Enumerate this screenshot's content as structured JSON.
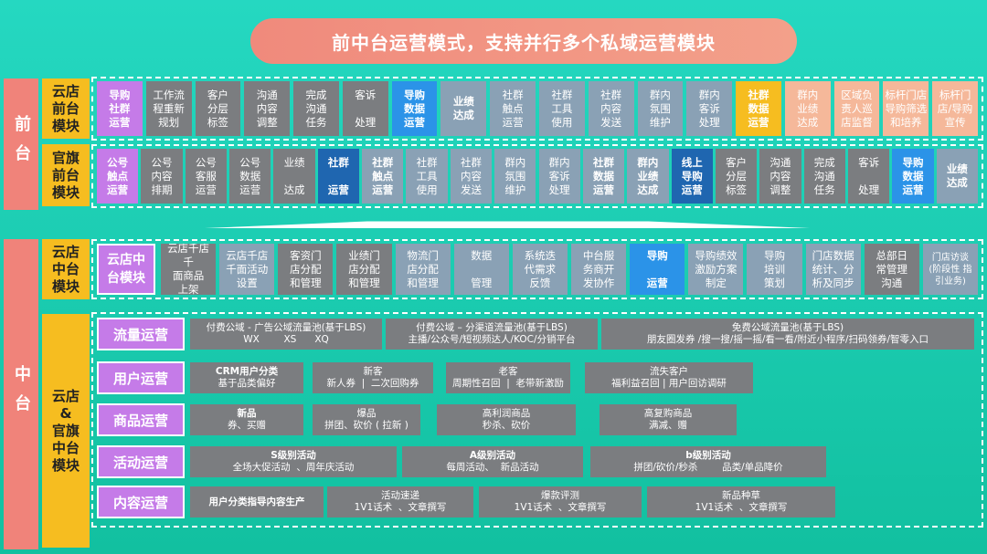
{
  "title": "前中台运营模式，支持并行多个私域运营模块",
  "sections": [
    {
      "label": "前台"
    },
    {
      "label": "中台"
    }
  ],
  "subs": [
    {
      "label": "云店\n前台\n模块"
    },
    {
      "label": "官旗\n前台\n模块"
    },
    {
      "label": "云店\n中台\n模块"
    },
    {
      "label": "云店\n&\n官旗\n中台\n模块"
    }
  ],
  "row1": [
    {
      "t": "导购\n社群\n运营",
      "c": "#c57be8",
      "b": true
    },
    {
      "t": "工作流\n程重新\n规划",
      "c": "#7b7d80"
    },
    {
      "t": "客户\n分层\n标签",
      "c": "#7b7d80"
    },
    {
      "t": "沟通\n内容\n调整",
      "c": "#7b7d80"
    },
    {
      "t": "完成\n沟通\n任务",
      "c": "#7b7d80"
    },
    {
      "t": "客诉\n\n处理",
      "c": "#7b7d80"
    },
    {
      "t": "导购\n数据\n运营",
      "c": "#2b93e8",
      "b": true
    },
    {
      "t": "业绩\n达成",
      "c": "#8aa1b5",
      "b": true
    },
    {
      "t": "社群\n触点\n运营",
      "c": "#8aa1b5"
    },
    {
      "t": "社群\n工具\n使用",
      "c": "#8aa1b5"
    },
    {
      "t": "社群\n内容\n发送",
      "c": "#8aa1b5"
    },
    {
      "t": "群内\n氛围\n维护",
      "c": "#8aa1b5"
    },
    {
      "t": "群内\n客诉\n处理",
      "c": "#8aa1b5"
    },
    {
      "t": "社群\n数据\n运营",
      "c": "#f6bd20",
      "b": true
    },
    {
      "t": "群内\n业绩\n达成",
      "c": "#f5b89a"
    },
    {
      "t": "区域负\n责人巡\n店监督",
      "c": "#f5b89a"
    },
    {
      "t": "标杆门店\n导购筛选\n和培养",
      "c": "#f5b89a"
    },
    {
      "t": "标杆门\n店/导购\n宣传",
      "c": "#f5b89a"
    }
  ],
  "row2": [
    {
      "t": "公号\n触点\n运营",
      "c": "#c57be8",
      "b": true
    },
    {
      "t": "公号\n内容\n排期",
      "c": "#7b7d80"
    },
    {
      "t": "公号\n客服\n运营",
      "c": "#7b7d80"
    },
    {
      "t": "公号\n数据\n运营",
      "c": "#7b7d80"
    },
    {
      "t": "业绩\n\n达成",
      "c": "#7b7d80"
    },
    {
      "t": "社群\n\n运营",
      "c": "#1f66b0",
      "b": true
    },
    {
      "t": "社群\n触点\n运营",
      "c": "#8aa1b5",
      "b": true
    },
    {
      "t": "社群\n工具\n使用",
      "c": "#8aa1b5"
    },
    {
      "t": "社群\n内容\n发送",
      "c": "#8aa1b5"
    },
    {
      "t": "群内\n氛围\n维护",
      "c": "#8aa1b5"
    },
    {
      "t": "群内\n客诉\n处理",
      "c": "#8aa1b5"
    },
    {
      "t": "社群\n数据\n运营",
      "c": "#8aa1b5",
      "b": true
    },
    {
      "t": "群内\n业绩\n达成",
      "c": "#8aa1b5",
      "b": true
    },
    {
      "t": "线上\n导购\n运营",
      "c": "#1f66b0",
      "b": true
    },
    {
      "t": "客户\n分层\n标签",
      "c": "#7b7d80"
    },
    {
      "t": "沟通\n内容\n调整",
      "c": "#7b7d80"
    },
    {
      "t": "完成\n沟通\n任务",
      "c": "#7b7d80"
    },
    {
      "t": "客诉\n\n处理",
      "c": "#7b7d80"
    },
    {
      "t": "导购\n数据\n运营",
      "c": "#2b93e8",
      "b": true
    },
    {
      "t": "业绩\n达成",
      "c": "#8aa1b5",
      "b": true
    }
  ],
  "row3": [
    {
      "t": "云店中\n台模块",
      "c": "#c57be8",
      "b": true,
      "big": true
    },
    {
      "t": "云店千店 千\n面商品\n上架",
      "c": "#7b7d80"
    },
    {
      "t": "云店千店\n千面活动\n设置",
      "c": "#8aa1b5"
    },
    {
      "t": "客资门\n店分配\n和管理",
      "c": "#7b7d80"
    },
    {
      "t": "业绩门\n店分配\n和管理",
      "c": "#7b7d80"
    },
    {
      "t": "物流门\n店分配\n和管理",
      "c": "#8aa1b5"
    },
    {
      "t": "数据\n\n管理",
      "c": "#8aa1b5"
    },
    {
      "t": "系统迭\n代需求\n反馈",
      "c": "#8aa1b5"
    },
    {
      "t": "中台服\n务商开\n发协作",
      "c": "#8aa1b5"
    },
    {
      "t": "导购\n\n运营",
      "c": "#2b93e8",
      "b": true
    },
    {
      "t": "导购绩效\n激励方案\n制定",
      "c": "#8aa1b5"
    },
    {
      "t": "导购\n培训\n策划",
      "c": "#8aa1b5"
    },
    {
      "t": "门店数据\n统计、分\n析及同步",
      "c": "#8aa1b5"
    },
    {
      "t": "总部日\n常管理\n沟通",
      "c": "#7b7d80"
    },
    {
      "t": "门店访谈\n(阶段性 指\n引业务)",
      "c": "#8aa1b5",
      "small": true
    }
  ],
  "mid_rows": [
    {
      "label": "流量运营",
      "bars": [
        {
          "h": "付费公域 - 广告公域流量池(基于LBS)",
          "s": "WX        XS      XQ",
          "bh": false
        },
        {
          "h": "付费公域 – 分渠道流量池(基于LBS)",
          "s": "主播/公众号/短视频达人/KOC/分销平台",
          "bh": false
        },
        {
          "h": "免费公域流量池(基于LBS)",
          "s": "朋友圈发券 /搜一搜/摇一摇/看一看/附近小程序/扫码领券/智零入口",
          "bh": false
        }
      ]
    },
    {
      "label": "用户运营",
      "bars": [
        {
          "h": "CRM用户分类",
          "s": "基于品类偏好",
          "bh": true
        },
        {
          "h": "新客",
          "s": "新人券  |  二次回购券",
          "bh": false
        },
        {
          "h": "老客",
          "s": "周期性召回  |  老带新激励",
          "bh": false
        },
        {
          "h": "流失客户",
          "s": "福利益召回 | 用户回访调研",
          "bh": false
        }
      ]
    },
    {
      "label": "商品运营",
      "bars": [
        {
          "h": "新品",
          "s": "券、买赠",
          "bh": true
        },
        {
          "h": "爆品",
          "s": "拼团、砍价 ( 拉新 )",
          "bh": false
        },
        {
          "h": "高利润商品",
          "s": "秒杀、砍价",
          "bh": false
        },
        {
          "h": "高复购商品",
          "s": "满减、赠",
          "bh": false
        }
      ]
    },
    {
      "label": "活动运营",
      "bars": [
        {
          "h": "S级别活动",
          "s": "全场大促活动  、周年庆活动",
          "bh": true
        },
        {
          "h": "A级别活动",
          "s": "每周活动、  新品活动",
          "bh": true
        },
        {
          "h": "b级别活动",
          "s": "拼团/砍价/秒杀        品类/单品降价",
          "bh": true
        }
      ]
    },
    {
      "label": "内容运营",
      "bars": [
        {
          "h": "用户分类指导内容生产",
          "s": "",
          "bh": true
        },
        {
          "h": "活动速递",
          "s": "1V1话术  、文章撰写",
          "bh": false
        },
        {
          "h": "爆款评测",
          "s": "1V1话术  、文章撰写",
          "bh": false
        },
        {
          "h": "新品种草",
          "s": "1V1话术  、文章撰写",
          "bh": false
        }
      ]
    }
  ]
}
